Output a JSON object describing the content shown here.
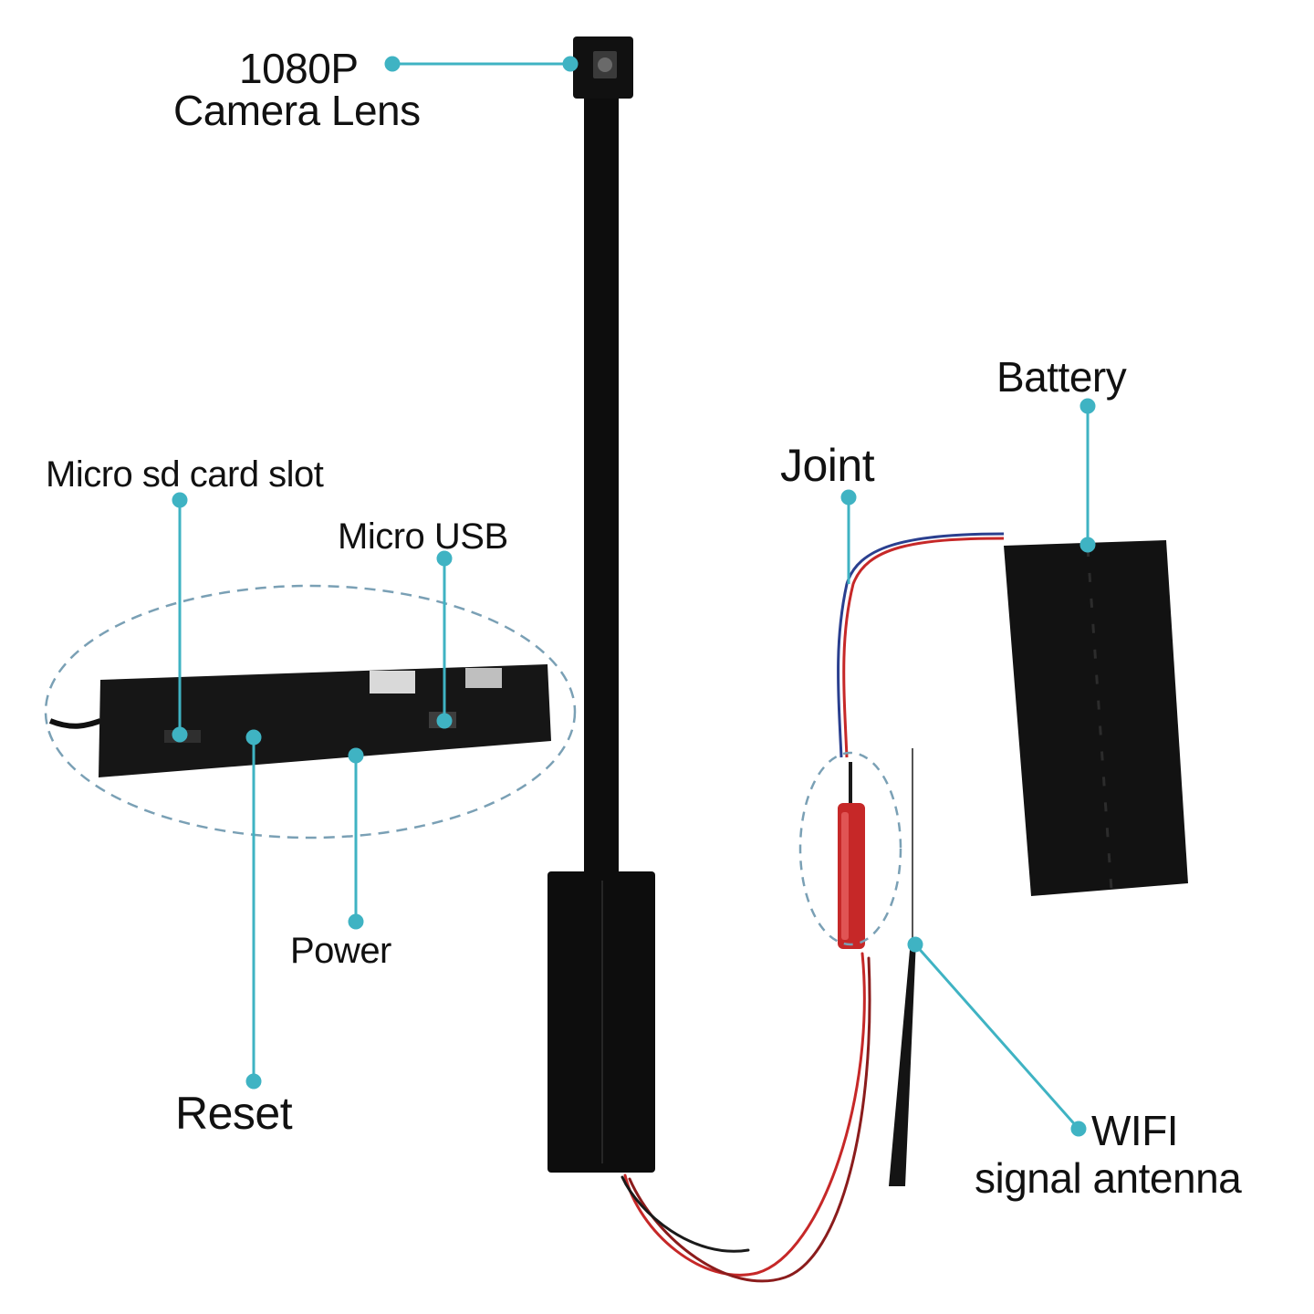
{
  "diagram": {
    "accent_color": "#3fb3c3",
    "callouts": [
      {
        "key": "camera_lens",
        "lines": [
          "1080P",
          "Camera Lens"
        ]
      },
      {
        "key": "micro_sd",
        "lines": [
          "Micro sd card slot"
        ]
      },
      {
        "key": "micro_usb",
        "lines": [
          "Micro USB"
        ]
      },
      {
        "key": "power",
        "lines": [
          "Power"
        ]
      },
      {
        "key": "reset",
        "lines": [
          "Reset"
        ]
      },
      {
        "key": "joint",
        "lines": [
          "Joint"
        ]
      },
      {
        "key": "battery",
        "lines": [
          "Battery"
        ]
      },
      {
        "key": "wifi_antenna",
        "lines": [
          "WIFI",
          "signal antenna"
        ]
      }
    ]
  }
}
